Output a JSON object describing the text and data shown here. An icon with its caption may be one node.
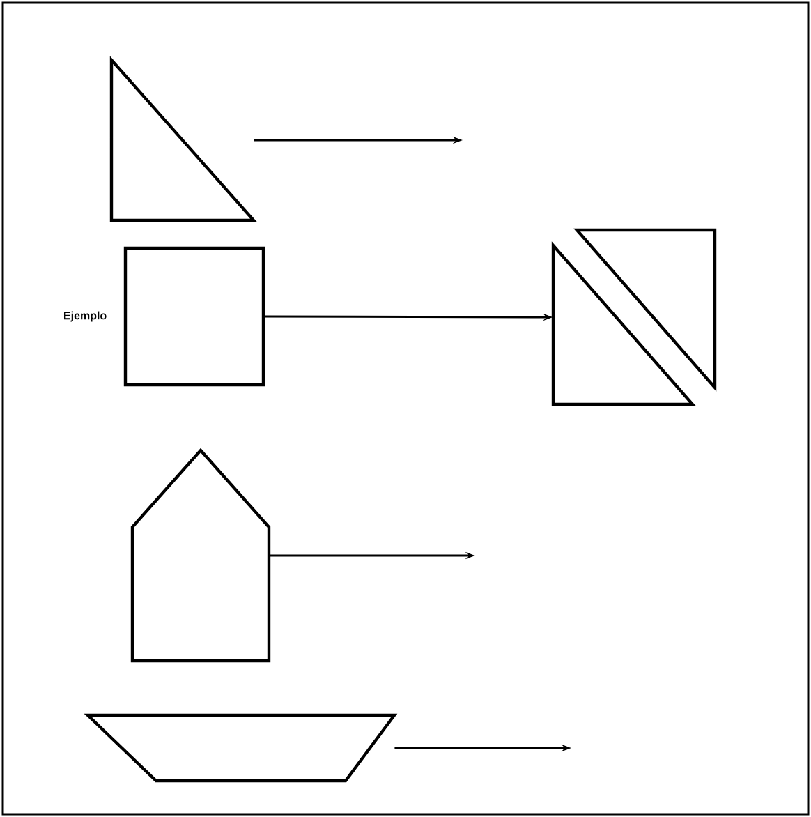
{
  "diagram": {
    "nodes": [
      {
        "text": [],
        "shape": "triangle"
      },
      {
        "text": [],
        "shape": "square",
        "beside": [
          "Ejemplo"
        ]
      },
      {
        "text": [],
        "shape": "pentagon"
      },
      {
        "text": [],
        "shape": "trapezoid"
      },
      {
        "text": [],
        "shape": "triangles"
      }
    ],
    "edges": [
      {
        "from": 0,
        "to": null,
        "arrow": "to"
      },
      {
        "from": 1,
        "to": 4,
        "arrow": "to"
      },
      {
        "from": 2,
        "to": null,
        "arrow": "to"
      },
      {
        "from": 3,
        "to": null,
        "arrow": "to"
      }
    ]
  }
}
